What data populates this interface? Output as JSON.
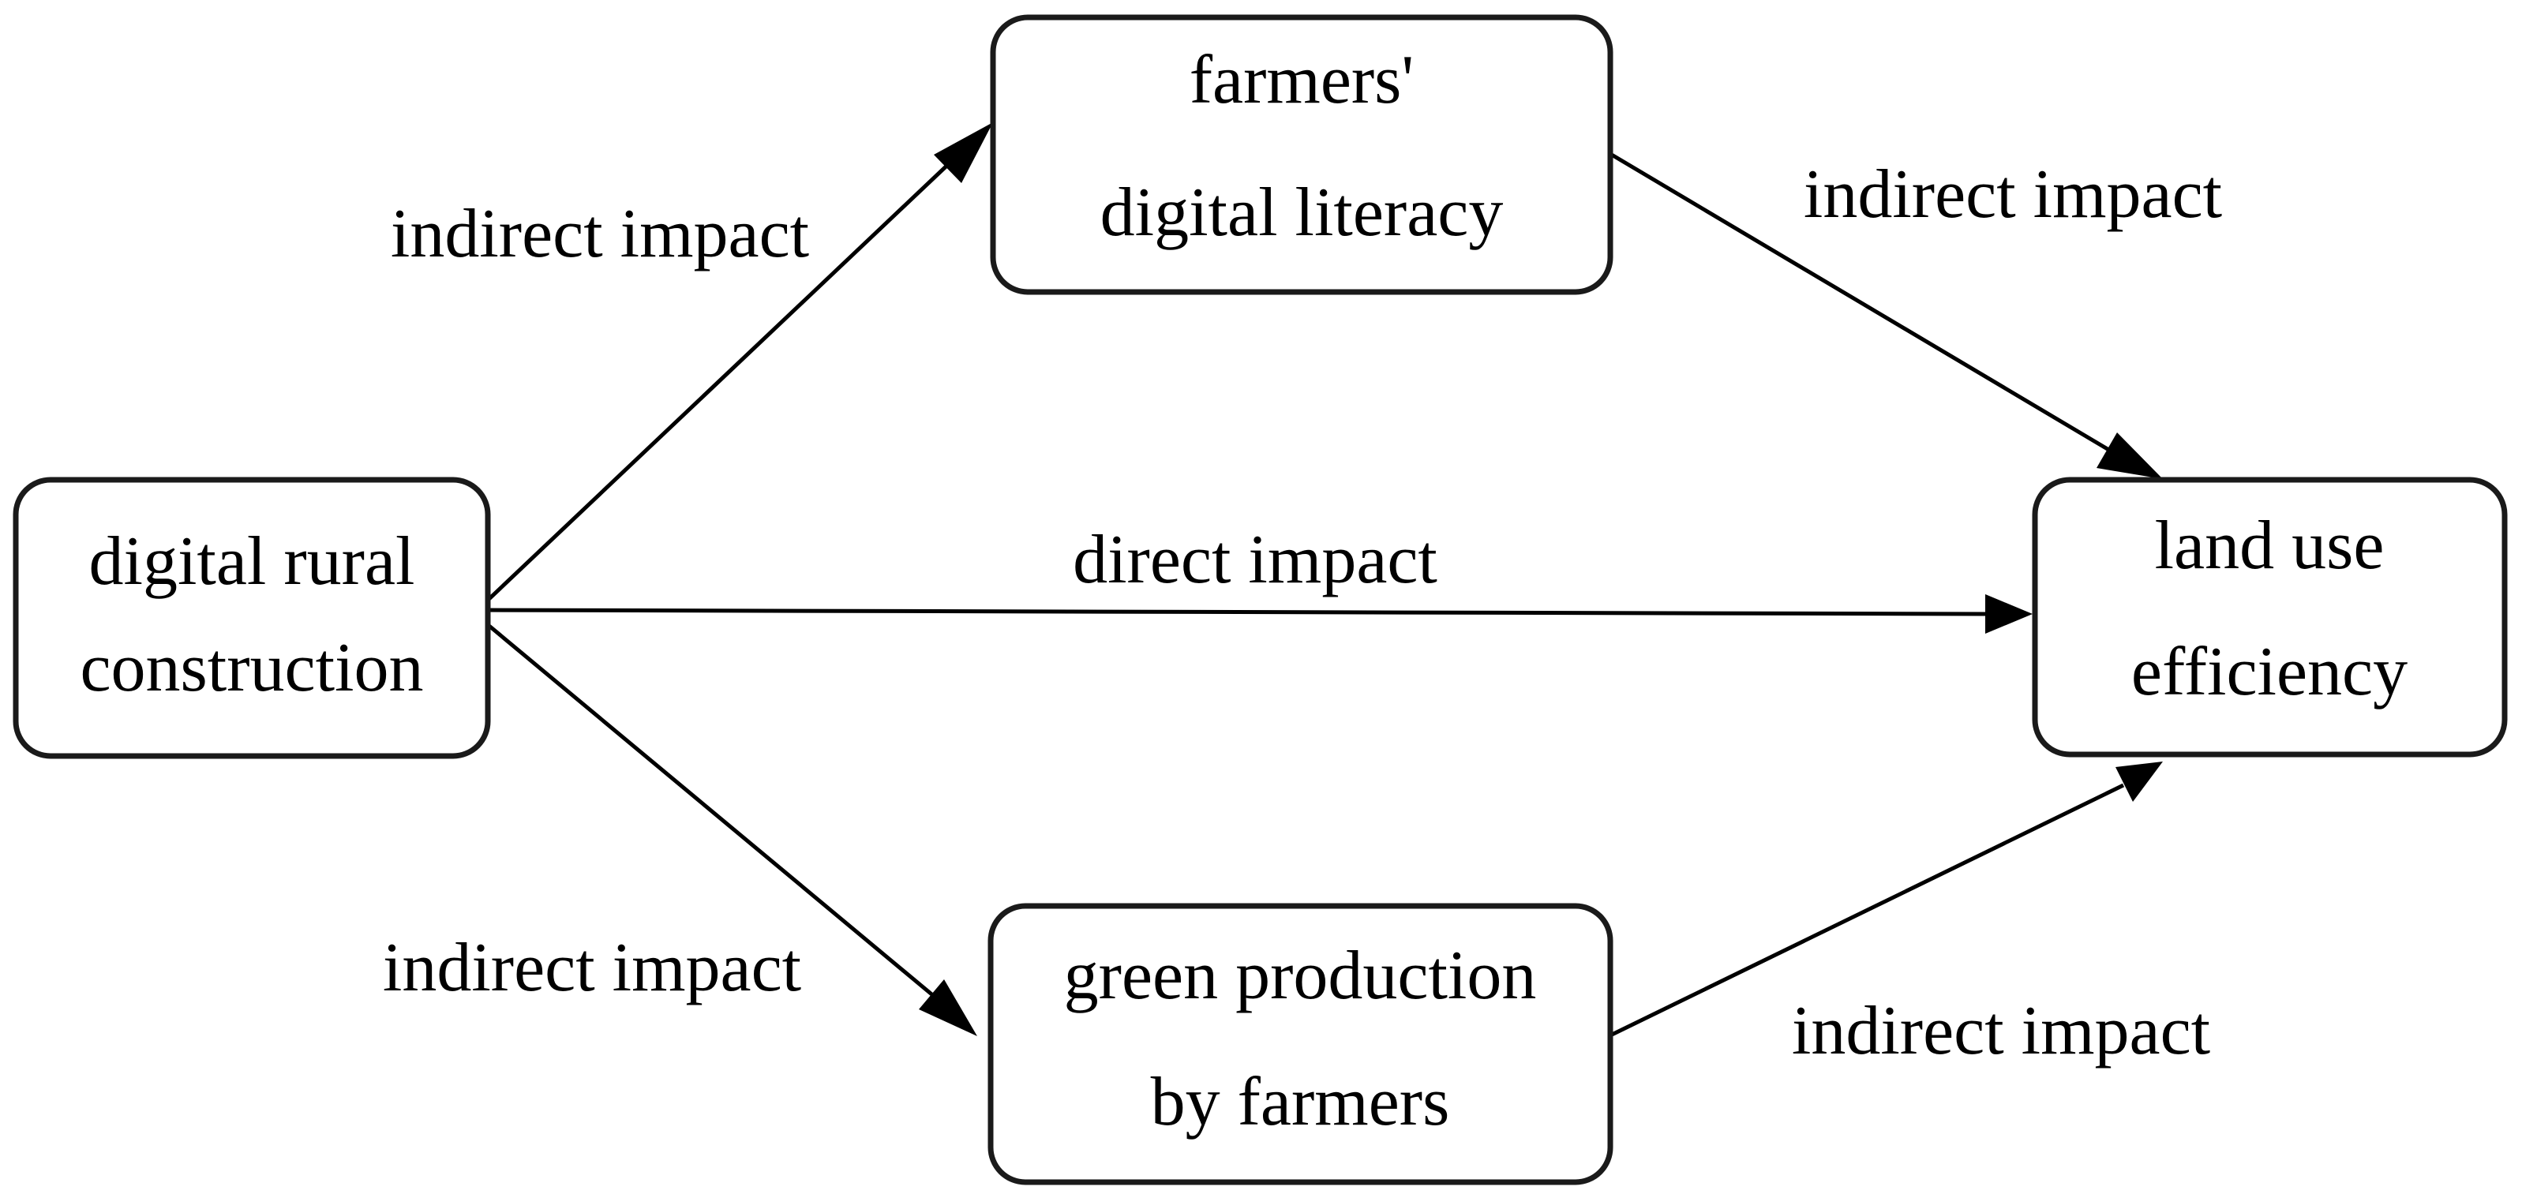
{
  "diagram": {
    "nodes": {
      "digital_rural": {
        "lines": [
          "digital rural",
          "construction"
        ]
      },
      "literacy": {
        "lines": [
          "farmers'",
          "digital literacy"
        ]
      },
      "green": {
        "lines": [
          "green production",
          "by farmers"
        ]
      },
      "land_use": {
        "lines": [
          "land use",
          "efficiency"
        ]
      }
    },
    "edges": {
      "rural_to_literacy": {
        "from": "digital rural construction",
        "to": "farmers' digital literacy",
        "label": "indirect impact"
      },
      "literacy_to_land": {
        "from": "farmers' digital literacy",
        "to": "land use efficiency",
        "label": "indirect impact"
      },
      "rural_to_land": {
        "from": "digital rural construction",
        "to": "land use efficiency",
        "label": "direct impact"
      },
      "rural_to_green": {
        "from": "digital rural construction",
        "to": "green production by farmers",
        "label": "indirect impact"
      },
      "green_to_land": {
        "from": "green production by farmers",
        "to": "land use efficiency",
        "label": "indirect impact"
      }
    },
    "colors": {
      "stroke": "#1a1a1a",
      "background": "#ffffff",
      "text": "#000000"
    }
  }
}
